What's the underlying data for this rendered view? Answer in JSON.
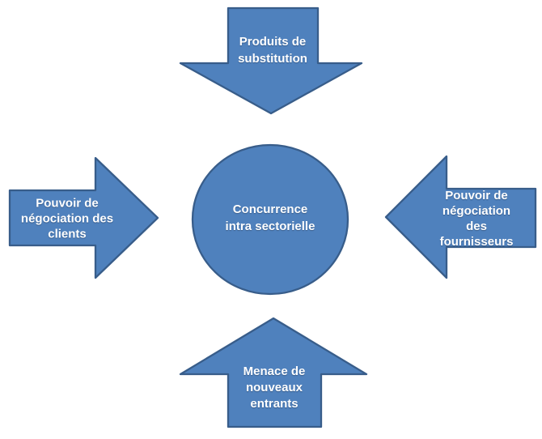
{
  "diagram": {
    "type": "five-forces",
    "colors": {
      "shape_fill": "#4f81bd",
      "shape_border": "#385d8a",
      "label_text": "#ffffff",
      "background": "#ffffff"
    },
    "center": {
      "label": "Concurrence\nintra sectorielle"
    },
    "arrows": [
      {
        "position": "top",
        "direction": "down",
        "label": "Produits de\nsubstitution"
      },
      {
        "position": "left",
        "direction": "right",
        "label": "Pouvoir de\nnégociation des\nclients"
      },
      {
        "position": "right",
        "direction": "left",
        "label": "Pouvoir de\nnégociation des\nfournisseurs"
      },
      {
        "position": "bottom",
        "direction": "up",
        "label": "Menace de\nnouveaux\nentrants"
      }
    ]
  }
}
